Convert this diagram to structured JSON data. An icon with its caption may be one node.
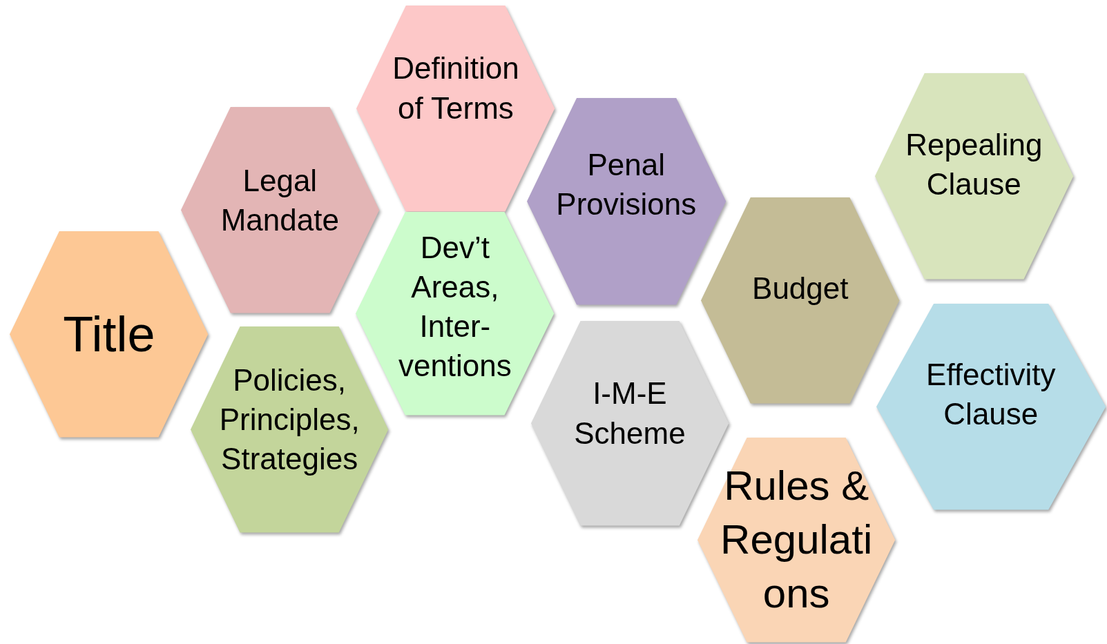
{
  "diagram": {
    "nodes": [
      {
        "text": [
          "Title"
        ]
      },
      {
        "text": [
          "Legal Mandate"
        ]
      },
      {
        "text": [
          "Policies, Principles, Strategies"
        ]
      },
      {
        "text": [
          "Definition of Terms"
        ]
      },
      {
        "text": [
          "Dev’t Areas, Inter-ventions"
        ]
      },
      {
        "text": [
          "Penal Provisions"
        ]
      },
      {
        "text": [
          "I-M-E Scheme"
        ]
      },
      {
        "text": [
          "Budget"
        ]
      },
      {
        "text": [
          "Rules & Regulations"
        ]
      },
      {
        "text": [
          "Repealing Clause"
        ]
      },
      {
        "text": [
          "Effectivity Clause"
        ]
      }
    ],
    "edges": []
  }
}
